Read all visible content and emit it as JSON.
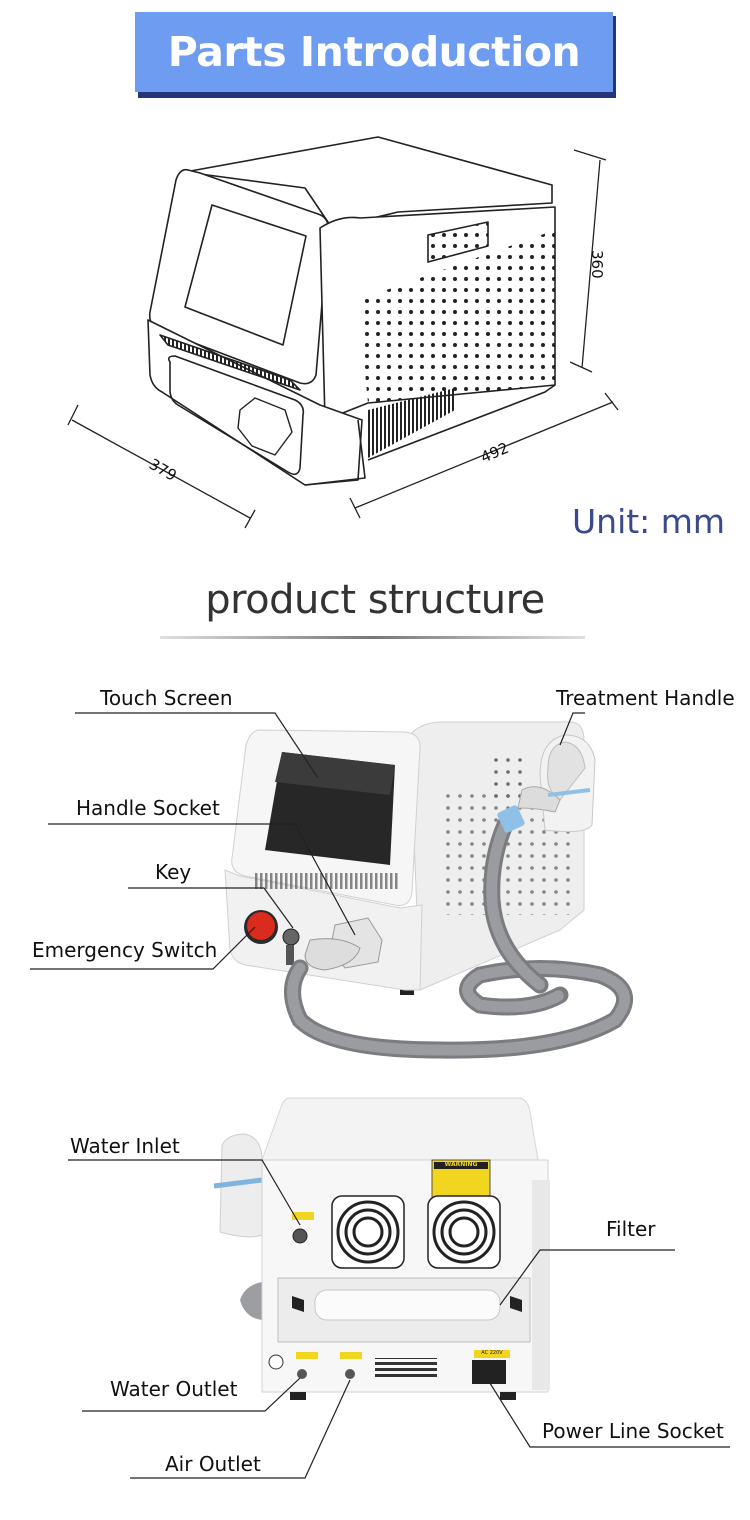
{
  "header": {
    "title": "Parts Introduction"
  },
  "dimensions": {
    "depth": "379",
    "width": "492",
    "height": "360",
    "unit": "Unit: mm"
  },
  "structure": {
    "title": "product structure",
    "front_labels": {
      "touch_screen": "Touch Screen",
      "treatment_handle": "Treatment Handle",
      "handle_socket": "Handle Socket",
      "key": "Key",
      "emergency_switch": "Emergency Switch"
    },
    "back_labels": {
      "water_inlet": "Water Inlet",
      "filter": "Filter",
      "water_outlet": "Water Outlet",
      "air_outlet": "Air Outlet",
      "power_line_socket": "Power Line Socket"
    },
    "back_panel_text": {
      "warning": "WARNING",
      "ac": "AC 220V"
    }
  },
  "colors": {
    "banner": "#6e9cf0",
    "banner_shadow": "#24357a",
    "unit_text": "#3a4a8c",
    "hose": "#8b8d90",
    "emergency": "#d92b1e"
  }
}
